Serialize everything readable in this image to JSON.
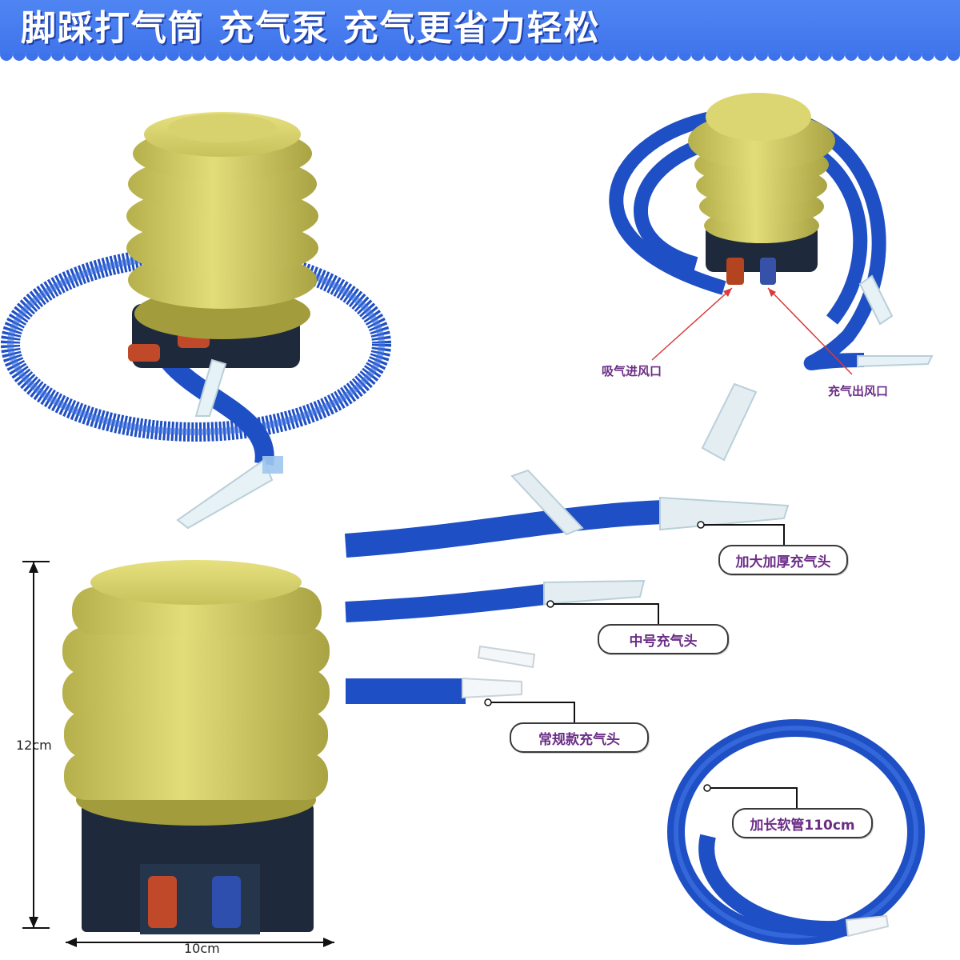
{
  "banner": {
    "title": "脚踩打气筒 充气泵 充气更省力轻松",
    "color": "#4f85f2"
  },
  "labels": {
    "intake_port": "吸气进风口",
    "outlet_port": "充气出风口",
    "large_nozzle": "加大加厚充气头",
    "medium_nozzle": "中号充气头",
    "regular_nozzle": "常规款充气头",
    "long_hose": "加长软管110cm"
  },
  "dimensions": {
    "height": "12cm",
    "width": "10cm"
  },
  "colors": {
    "pump_body": "#d9d36a",
    "hose": "#1f4fc4",
    "base": "#1e2a3c",
    "intake_nozzle": "#c0492a",
    "outlet_nozzle": "#2e4fae",
    "label_text": "#6b2d86"
  }
}
